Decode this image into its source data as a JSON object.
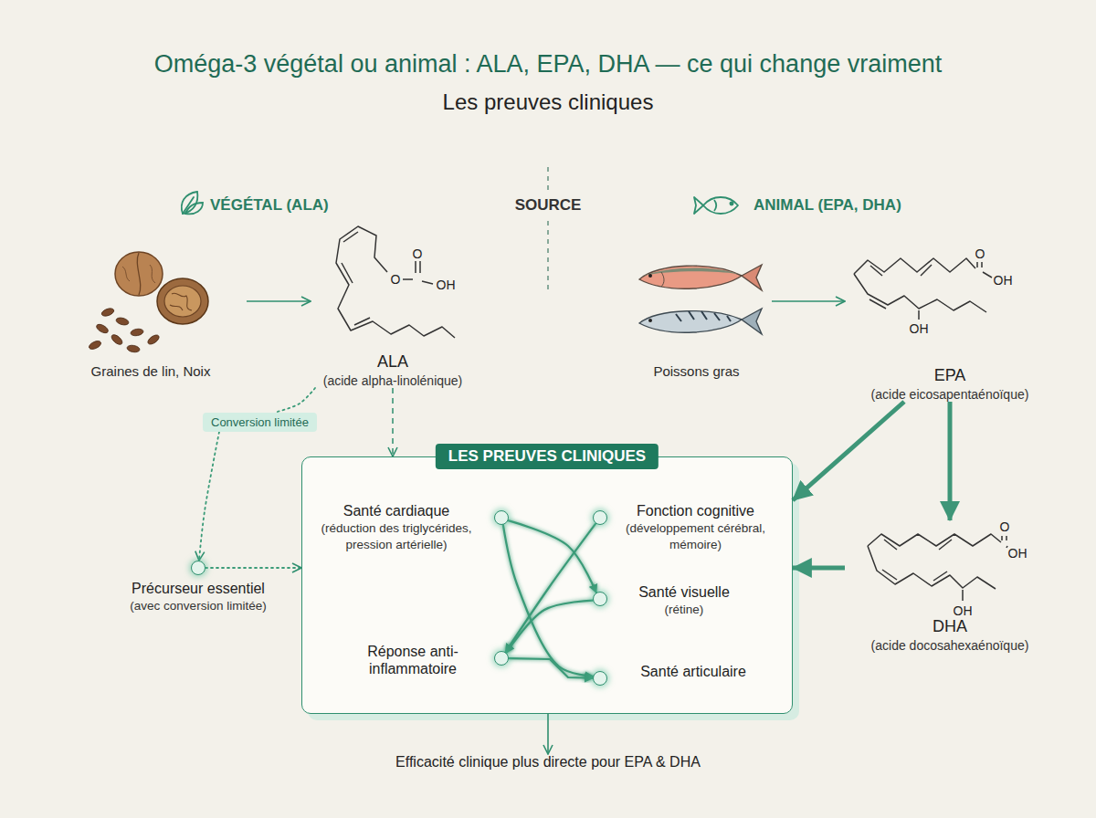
{
  "diagram": {
    "title": "Oméga-3 végétal ou animal : ALA, EPA, DHA — ce qui change vraiment",
    "nodes": [
      {
        "text": [
          "Graines de lin, Noix"
        ]
      },
      {
        "text": [
          "ALA",
          "(acide alpha-linolénique)"
        ]
      },
      {
        "text": [
          "Poissons gras"
        ]
      },
      {
        "text": [
          "EPA",
          "(acide eicosapentaénoïque)"
        ]
      },
      {
        "text": [
          "Conversion limitée"
        ]
      },
      {
        "text": [
          "LES PREUVES CLINIQUES"
        ]
      },
      {
        "text": [
          "Santé cardiaque",
          "(réduction des triglycérides, pression artérielle)"
        ],
        "in": 5
      },
      {
        "text": [
          "Fonction cognitive",
          "(développement cérébral, mémoire)"
        ],
        "in": 5
      },
      {
        "text": [
          "Précurseur essentiel",
          "(avec conversion limitée)"
        ]
      },
      {
        "text": [
          "Santé visuelle",
          "(rétine)"
        ],
        "in": 5
      },
      {
        "text": [
          "DHA",
          "(acide docosahexaénoïque)"
        ]
      },
      {
        "text": [
          "Réponse anti-inflammatoire"
        ],
        "in": 5
      },
      {
        "text": [
          "Santé articulaire"
        ],
        "in": 5
      },
      {
        "text": [
          "Efficacité clinique plus directe pour EPA & DHA"
        ]
      }
    ],
    "edges": [
      {
        "from": 0,
        "to": 1,
        "arrow": "to"
      },
      {
        "from": 2,
        "to": 3,
        "arrow": "to"
      },
      {
        "from": 1,
        "to": 4,
        "arrow": "none"
      },
      {
        "from": 4,
        "to": 8,
        "arrow": "to"
      },
      {
        "from": 1,
        "to": 5,
        "arrow": "to"
      },
      {
        "from": 8,
        "to": 5,
        "arrow": "to"
      },
      {
        "from": 3,
        "to": 5,
        "arrow": "to"
      },
      {
        "from": 3,
        "to": 10,
        "arrow": "to"
      },
      {
        "from": 10,
        "to": 5,
        "arrow": "to"
      },
      {
        "from": 5,
        "to": 13,
        "arrow": "to"
      },
      {
        "from": 6,
        "to": 7,
        "arrow": "to"
      },
      {
        "from": 6,
        "to": 9,
        "arrow": "to"
      },
      {
        "from": 6,
        "to": 12,
        "arrow": "to"
      },
      {
        "from": 7,
        "to": 9,
        "arrow": "to"
      },
      {
        "from": 7,
        "to": 11,
        "arrow": "to"
      },
      {
        "from": 9,
        "to": 12,
        "arrow": "to"
      },
      {
        "from": 9,
        "to": 11,
        "arrow": "to"
      },
      {
        "from": 11,
        "to": 12,
        "arrow": "to"
      }
    ],
    "labels": [
      "Les preuves cliniques",
      "VÉGÉTAL (ALA)",
      "SOURCE",
      "ANIMAL (EPA, DHA)",
      "O",
      "O",
      "OH",
      "O",
      "OH",
      "OH",
      "O",
      "OH",
      "OH"
    ]
  }
}
